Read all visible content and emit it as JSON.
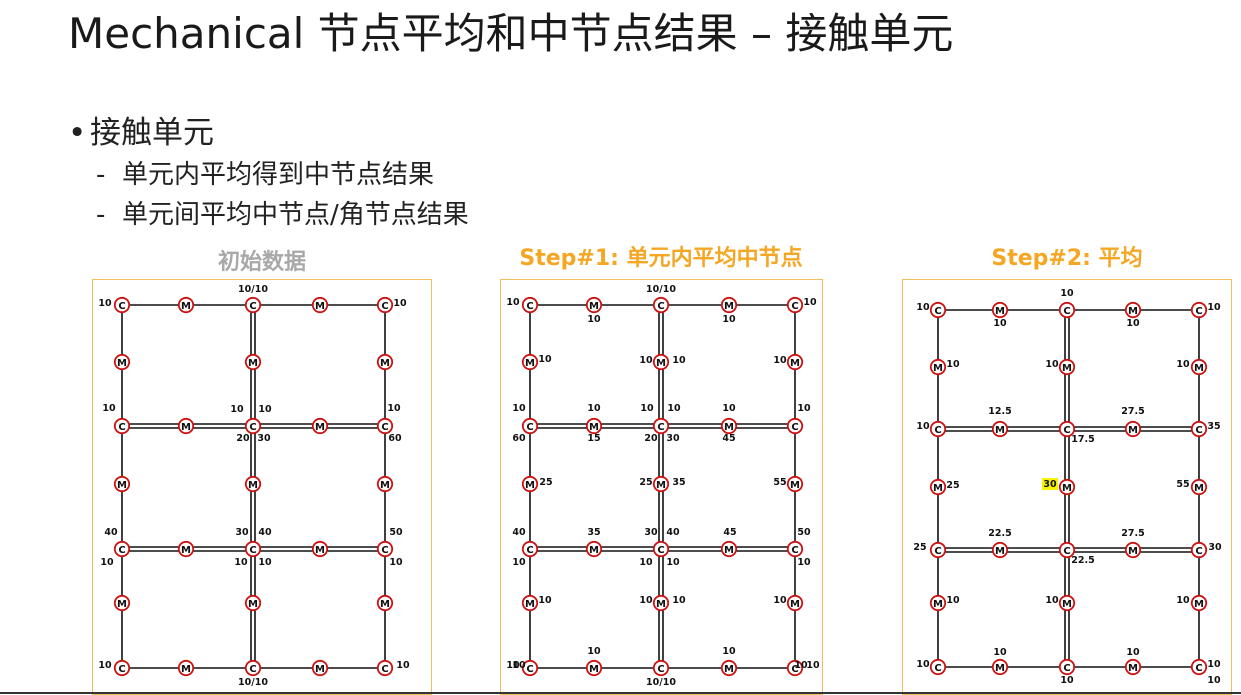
{
  "colors": {
    "accent": "#f6b417",
    "stepTitle": "#f5a623",
    "initTitle": "#a8a8a8",
    "panelBorder": "#f0c060",
    "nodeRing": "#cc1111",
    "highlight": "#f5f500"
  },
  "slide": {
    "title": "Mechanical 节点平均和中节点结果 – 接触单元",
    "bullet": "接触单元",
    "subs": [
      "单元内平均得到中节点结果",
      "单元间平均中节点/角节点结果"
    ]
  },
  "panels": [
    {
      "title": "初始数据",
      "labels": [
        "10/10",
        "10",
        "10",
        "10",
        "10",
        "10",
        "10",
        "20",
        "30",
        "60",
        "40",
        "30",
        "40",
        "50",
        "10",
        "10",
        "10",
        "10",
        "10",
        "10",
        "10/10"
      ]
    },
    {
      "title": "Step#1: 单元内平均中节点",
      "labels": [
        "10/10",
        "10",
        "10",
        "10",
        "10",
        "10",
        "10",
        "10",
        "10",
        "10",
        "10",
        "10",
        "10",
        "10",
        "10",
        "15",
        "20",
        "30",
        "45",
        "60",
        "25",
        "25",
        "35",
        "55",
        "40",
        "35",
        "30",
        "40",
        "45",
        "50",
        "10",
        "10",
        "10",
        "10",
        "10",
        "10",
        "10",
        "10",
        "10",
        "10",
        "10",
        "10",
        "10",
        "10",
        "10/10"
      ]
    },
    {
      "title": "Step#2: 平均",
      "labels": [
        "10",
        "10",
        "10",
        "10",
        "10",
        "10",
        "10",
        "10",
        "12.5",
        "27.5",
        "10",
        "35",
        "17.5",
        "25",
        "30",
        "55",
        "22.5",
        "27.5",
        "25",
        "30",
        "22.5",
        "10",
        "10",
        "10",
        "10",
        "10",
        "10",
        "10",
        "10",
        "10"
      ]
    }
  ]
}
